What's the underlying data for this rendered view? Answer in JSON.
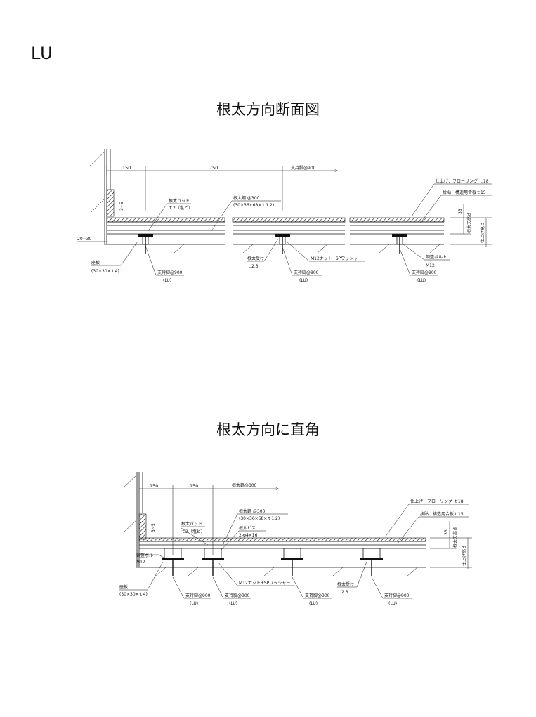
{
  "page": {
    "label": "LU"
  },
  "section1": {
    "title": "根太方向断面図",
    "dims": {
      "d150": "150",
      "d750": "750",
      "support_pitch": "支持脚@900",
      "d3_5": "3~5",
      "d20_30": "20~30",
      "d33": "33"
    },
    "labels": {
      "finish": "仕上げ：フローリング ｔ18",
      "base": "捨貼：構造用合板ｔ15",
      "pad": "根太パッド",
      "pad_spec": "ｔ2（塩ビ）",
      "joist": "根太鋼 @300",
      "joist_spec": "(30×36×68×ｔ1.2)",
      "joist_height": "根太天高さ",
      "finish_height": "仕上げ高さ",
      "sill": "座板",
      "sill_spec": "(30×30×ｔ4)",
      "leg": "支持脚@900",
      "leg_sub": "(LU)",
      "receiver": "根太受け",
      "receiver_spec": "ｔ2.3",
      "nut": "M12ナット+SPワッシャー",
      "bolt": "調整ボルト",
      "bolt_spec": "M12"
    }
  },
  "section2": {
    "title": "根太方向に直角",
    "dims": {
      "d150a": "150",
      "d150b": "150",
      "joist_pitch": "根太鋼@300",
      "d3_5": "3~5",
      "d33": "33"
    },
    "labels": {
      "finish": "仕上げ：フローリング ｔ18",
      "base": "捨貼：構造用合板ｔ15",
      "joist": "根太鋼 @300",
      "joist_spec": "(30×36×68×ｔ1.2)",
      "pad": "根太パッド",
      "pad_spec": "ｔ2（塩ビ）",
      "screw": "根太ビス",
      "screw_spec": "2-φ4×16",
      "bolt": "調整ボルト",
      "bolt_spec": "M12",
      "sill": "座板",
      "sill_spec": "(30×30×ｔ4)",
      "nut": "M12ナット+SPワッシャー",
      "receiver": "根太受け",
      "receiver_spec": "ｔ2.3",
      "leg": "支持脚@900",
      "leg_sub": "(LU)",
      "joist_height": "根太天高さ",
      "finish_height": "仕上げ高さ"
    }
  }
}
